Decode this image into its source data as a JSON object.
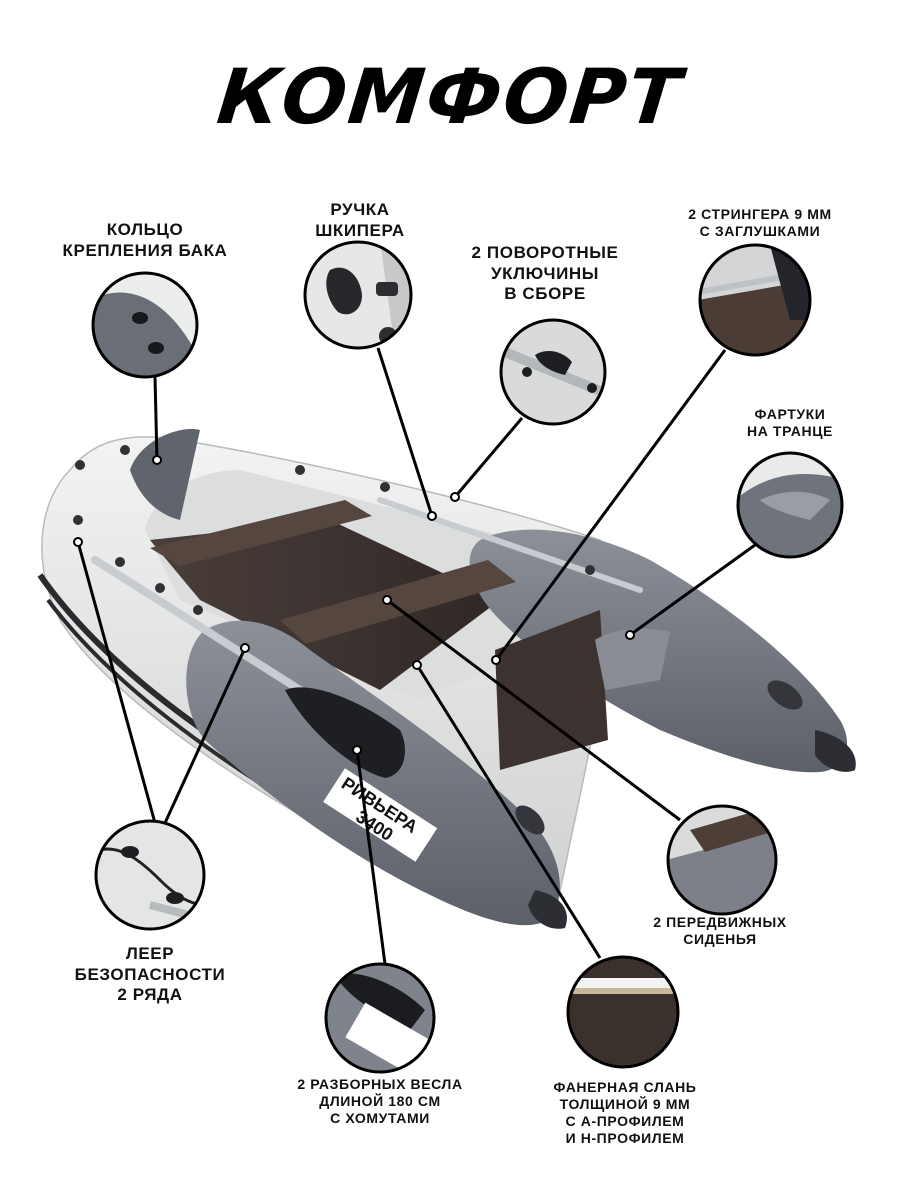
{
  "title": "КОМФОРТ",
  "hull_marking": {
    "brand": "РИВЬЕРА",
    "model": "3400"
  },
  "features": [
    {
      "id": "fuel-tank-ring",
      "lines": [
        "КОЛЬЦО",
        "КРЕПЛЕНИЯ БАКА"
      ]
    },
    {
      "id": "skipper-handle",
      "lines": [
        "РУЧКА",
        "ШКИПЕРА"
      ]
    },
    {
      "id": "oarlocks",
      "lines": [
        "2 ПОВОРОТНЫЕ",
        "УКЛЮЧИНЫ",
        "В СБОРЕ"
      ]
    },
    {
      "id": "stringers",
      "lines": [
        "2 СТРИНГЕРА 9 ММ",
        "С ЗАГЛУШКАМИ"
      ]
    },
    {
      "id": "transom-aprons",
      "lines": [
        "ФАРТУКИ",
        "НА ТРАНЦЕ"
      ]
    },
    {
      "id": "sliding-seats",
      "lines": [
        "2 ПЕРЕДВИЖНЫХ",
        "СИДЕНЬЯ"
      ]
    },
    {
      "id": "plywood-floor",
      "lines": [
        "ФАНЕРНАЯ СЛАНЬ",
        "ТОЛЩИНОЙ 9 ММ",
        "С А-ПРОФИЛЕМ",
        "И Н-ПРОФИЛЕМ"
      ]
    },
    {
      "id": "oars",
      "lines": [
        "2 РАЗБОРНЫХ ВЕСЛА",
        "ДЛИНОЙ 180 СМ",
        "С ХОМУТАМИ"
      ]
    },
    {
      "id": "safety-rope",
      "lines": [
        "ЛЕЕР",
        "БЕЗОПАСНОСТИ",
        "2 РЯДА"
      ]
    }
  ],
  "colors": {
    "hull_light": "#e4e5e4",
    "hull_gray": "#7b7e86",
    "hull_dark": "#4f535b",
    "plywood": "#3e3431",
    "callout_line": "#000000"
  }
}
